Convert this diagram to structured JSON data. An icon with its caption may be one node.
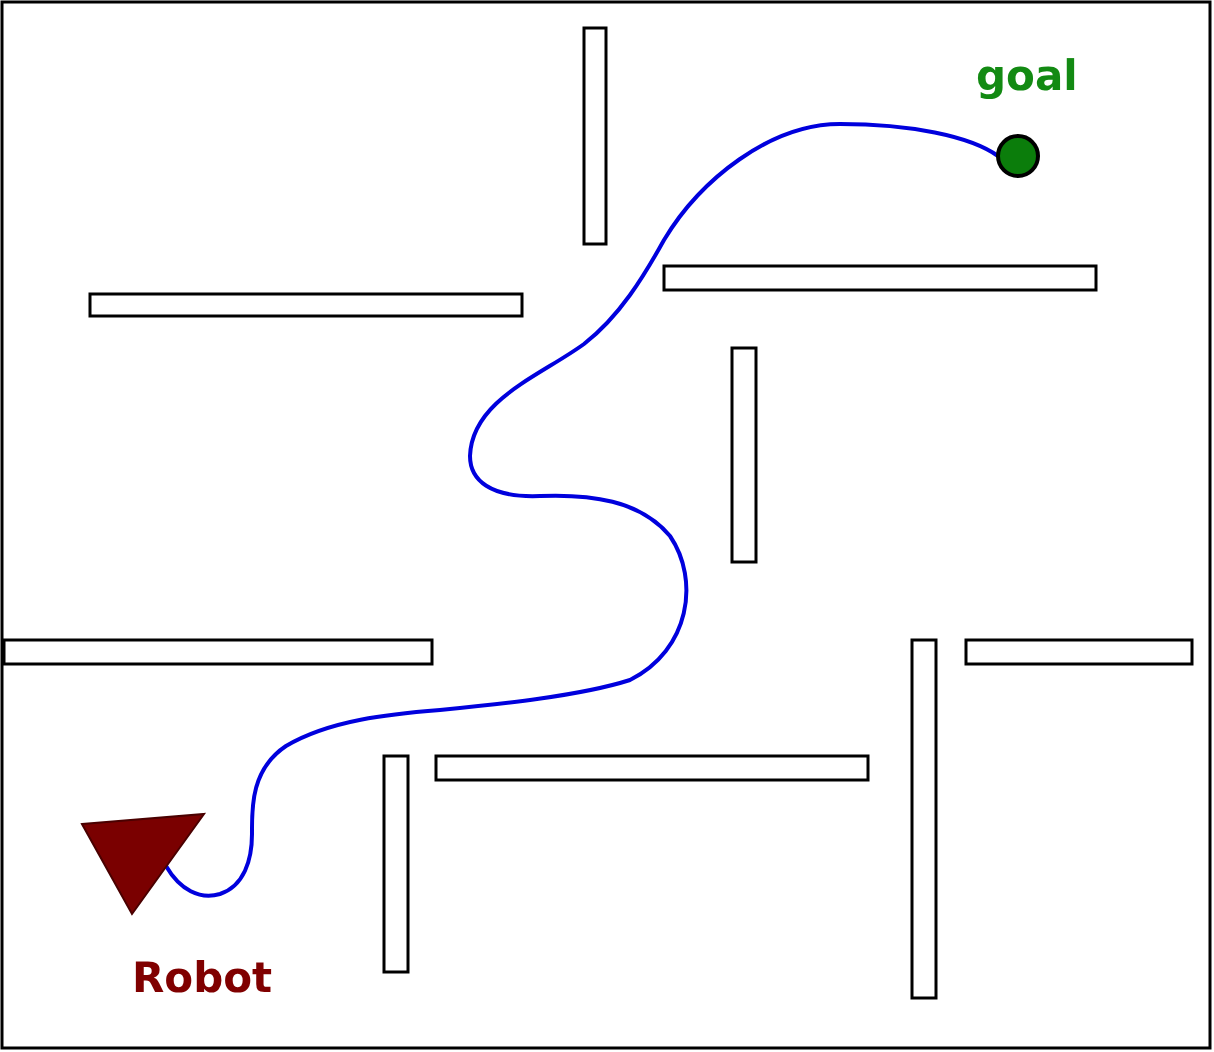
{
  "diagram": {
    "nodes": [
      {
        "text": [],
        "shape": "triangle",
        "beside": [
          "Robot"
        ]
      },
      {
        "text": [],
        "shape": "circle",
        "beside": [
          "goal"
        ]
      }
    ],
    "edges": [
      {
        "from": 0,
        "to": 1,
        "arrow": "none"
      }
    ]
  }
}
